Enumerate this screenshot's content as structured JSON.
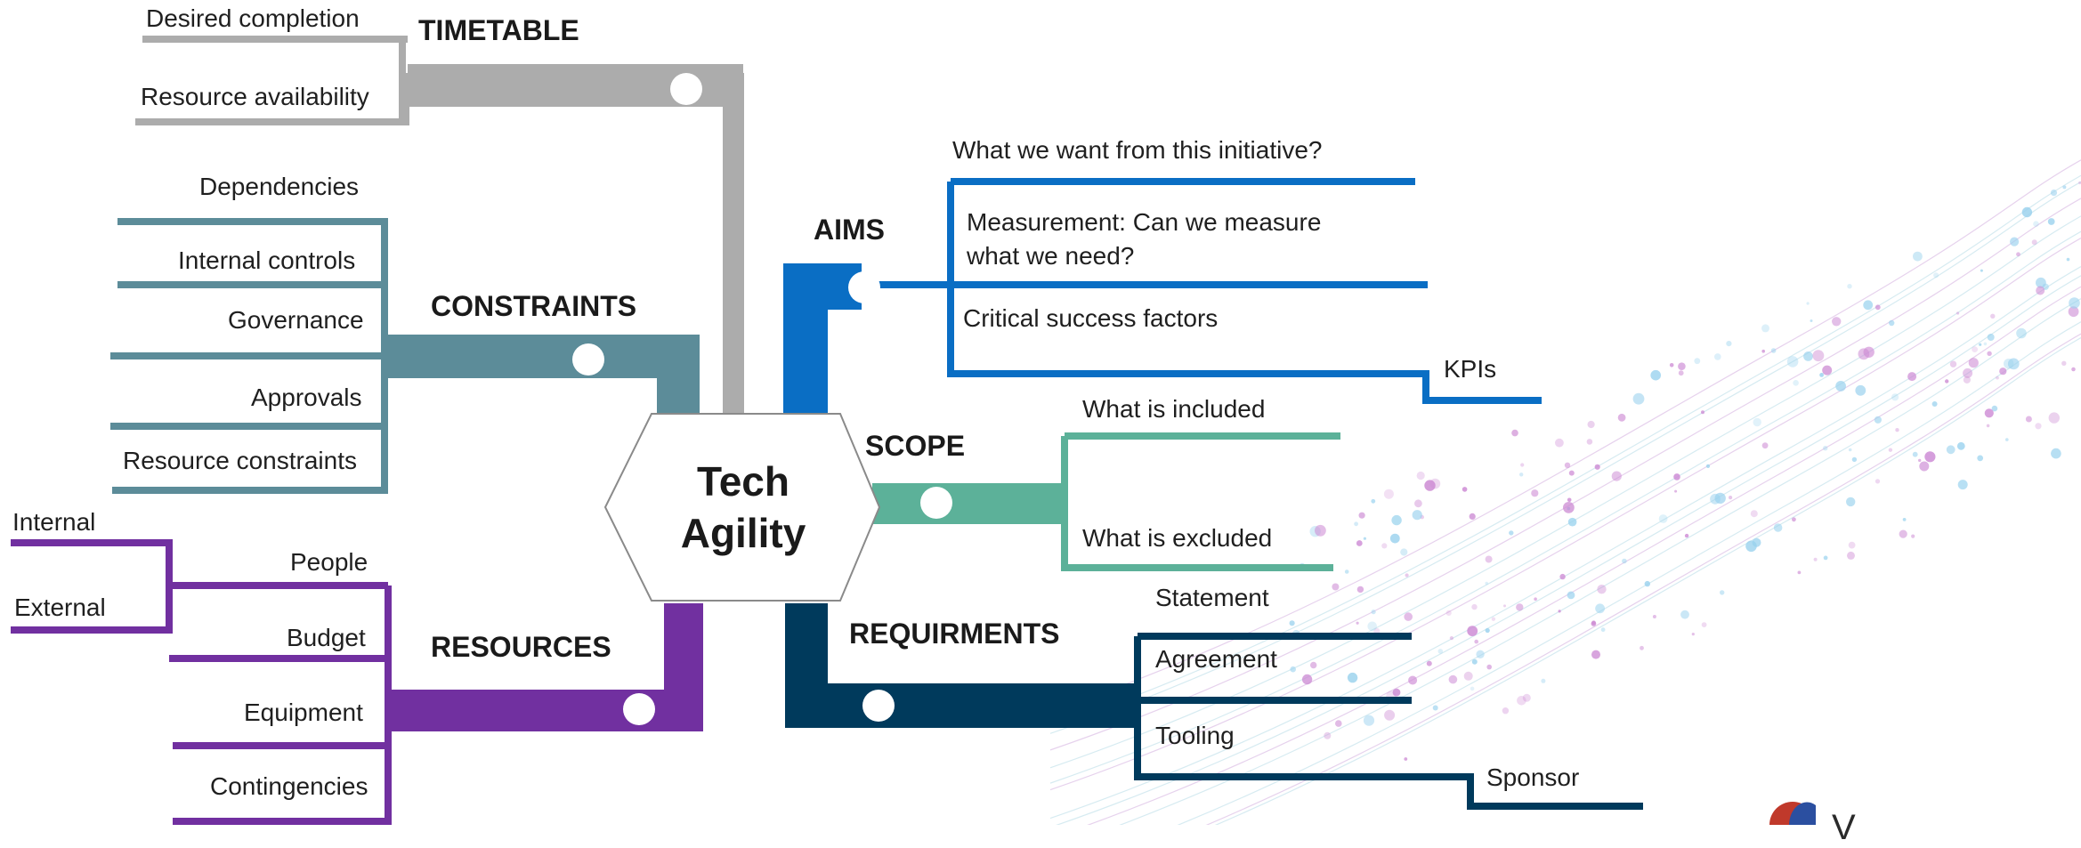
{
  "center": {
    "title_line1": "Tech",
    "title_line2": "Agility"
  },
  "colors": {
    "timetable": "#acacac",
    "constraints": "#5c8c99",
    "aims": "#0a6ec4",
    "scope": "#5cb199",
    "resources": "#7130a0",
    "requirements": "#003a5c"
  },
  "branches": {
    "timetable": {
      "title": "TIMETABLE",
      "items": [
        "Desired completion",
        "Resource availability"
      ]
    },
    "constraints": {
      "title": "CONSTRAINTS",
      "items": [
        "Dependencies",
        "Internal controls",
        "Governance",
        "Approvals",
        "Resource constraints"
      ]
    },
    "resources": {
      "title": "RESOURCES",
      "items": [
        "People",
        "Budget",
        "Equipment",
        "Contingencies"
      ],
      "people_sub": [
        "Internal",
        "External"
      ]
    },
    "aims": {
      "title": "AIMS",
      "items": [
        "What we want from this initiative?",
        "Measurement: Can we measure",
        "what we need?",
        "Critical success factors",
        "KPIs"
      ]
    },
    "scope": {
      "title": "SCOPE",
      "items": [
        "What is included",
        "What is excluded"
      ]
    },
    "requirements": {
      "title": "REQUIRMENTS",
      "items": [
        "Statement",
        "Agreement",
        "Tooling",
        "Sponsor"
      ]
    }
  },
  "logo": {
    "text": "V"
  }
}
